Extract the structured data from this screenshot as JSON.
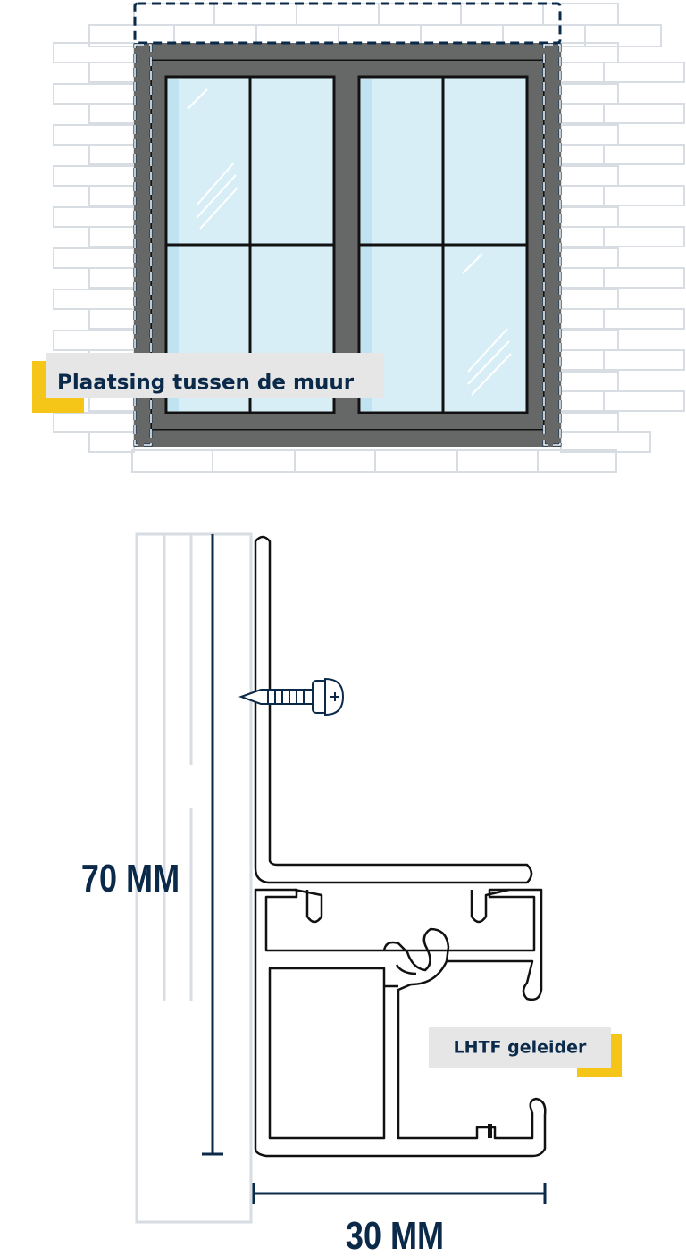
{
  "labels": {
    "placement": "Plaatsing tussen de muur",
    "guide": "LHTF geleider"
  },
  "dimensions": {
    "height": "70 MM",
    "width": "30 MM"
  },
  "colors": {
    "navy": "#0b2a4a",
    "frame": "#666868",
    "glass": "#d8eef6",
    "glass_edge": "#bfe3f0",
    "brick": "#d7dde2",
    "tag_bg": "#e6e6e7",
    "accent": "#f5c518"
  }
}
